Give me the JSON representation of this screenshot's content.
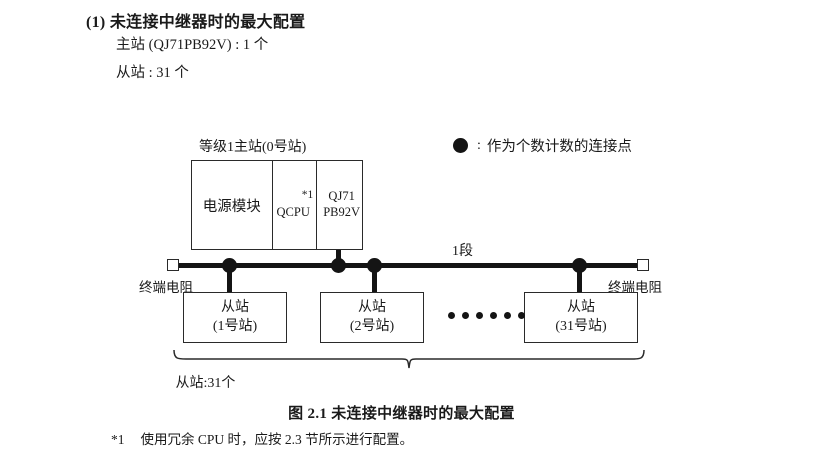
{
  "heading": {
    "title": "(1) 未连接中继器时的最大配置",
    "master_line": "主站 (QJ71PB92V) : 1 个",
    "slave_line": "从站 : 31 个"
  },
  "legend": {
    "dot_icon": "filled-circle-icon",
    "colon": ":",
    "text": "作为个数计数的连接点"
  },
  "diagram": {
    "master": {
      "label": "等级1主站(0号站)",
      "cells": [
        {
          "text": "电源模块"
        },
        {
          "text": "QCPU",
          "footnote": "*1"
        },
        {
          "line1": "QJ71",
          "line2": "PB92V"
        }
      ]
    },
    "bus": {
      "segment_label": "1段",
      "terminator_left_label": "终端电阻",
      "terminator_right_label": "终端电阻"
    },
    "slaves": [
      {
        "title": "从站",
        "sub": "(1号站)"
      },
      {
        "title": "从站",
        "sub": "(2号站)"
      },
      {
        "title": "从站",
        "sub": "(31号站)"
      }
    ],
    "ellipsis_dot_count": 6,
    "brace_caption": "从站:31个"
  },
  "figure_caption": "图 2.1  未连接中继器时的最大配置",
  "footnote": {
    "mark": "*1",
    "text": "使用冗余 CPU 时，应按 2.3 节所示进行配置。"
  },
  "colors": {
    "ink": "#1a1a1a",
    "line": "#2a2a2a",
    "dot": "#141414",
    "background": "#ffffff"
  }
}
